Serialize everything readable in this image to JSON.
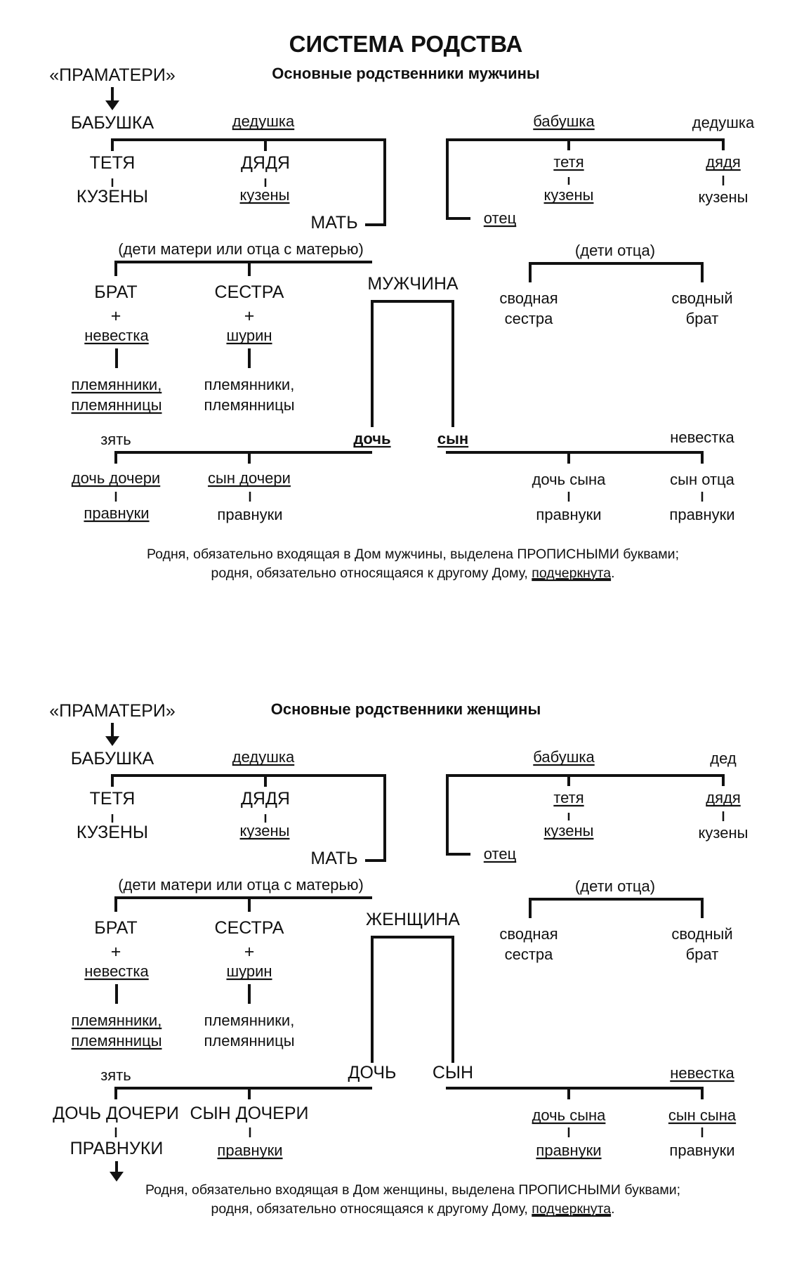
{
  "title": "СИСТЕМА РОДСТВА",
  "charts": [
    {
      "subtitle": "Основные родственники мужчины",
      "ancestors": "«ПРАМАТЕРИ»",
      "mother_side": {
        "grandmother": "БАБУШКА",
        "grandfather": "дедушка",
        "aunt": "ТЕТЯ",
        "uncle": "ДЯДЯ",
        "cousins_aunt": "КУЗЕНЫ",
        "cousins_uncle": "кузены",
        "mother": "МАТЬ"
      },
      "father_side": {
        "grandmother": "бабушка",
        "grandfather": "дедушка",
        "aunt": "тетя",
        "uncle": "дядя",
        "cousins_aunt": "кузены",
        "cousins_uncle": "кузены",
        "father": "отец"
      },
      "maternal_siblings_label": "(дети матери или отца с матерью)",
      "paternal_siblings_label": "(дети отца)",
      "self": "МУЖЧИНА",
      "brother": "БРАТ",
      "sister": "СЕСТРА",
      "plus": "+",
      "brother_spouse": "невестка",
      "sister_spouse": "шурин",
      "brother_children": [
        "племянники,",
        "племянницы"
      ],
      "sister_children": [
        "племянники,",
        "племянницы"
      ],
      "half_sister": [
        "сводная",
        "сестра"
      ],
      "half_brother": [
        "сводный",
        "брат"
      ],
      "daughter_spouse": "зять",
      "daughter": "дочь",
      "son": "сын",
      "son_spouse": "невестка",
      "daughters_daughter": "дочь дочери",
      "daughters_son": "сын дочери",
      "sons_daughter": "дочь сына",
      "sons_son": "сын отца",
      "great_grandchildren": [
        "правнуки",
        "правнуки",
        "правнуки",
        "правнуки"
      ],
      "note_line1": "Родня, обязательно входящая в Дом мужчины, выделена ПРОПИСНЫМИ буквами;",
      "note_line2_prefix": "родня, обязательно относящаяся к другому Дому, ",
      "note_line2_underlined": "подчеркнута",
      "note_line2_suffix": "."
    },
    {
      "subtitle": "Основные родственники женщины",
      "ancestors": "«ПРАМАТЕРИ»",
      "mother_side": {
        "grandmother": "БАБУШКА",
        "grandfather": "дедушка",
        "aunt": "ТЕТЯ",
        "uncle": "ДЯДЯ",
        "cousins_aunt": "КУЗЕНЫ",
        "cousins_uncle": "кузены",
        "mother": "МАТЬ"
      },
      "father_side": {
        "grandmother": "бабушка",
        "grandfather": "дед",
        "aunt": "тетя",
        "uncle": "дядя",
        "cousins_aunt": "кузены",
        "cousins_uncle": "кузены",
        "father": "отец"
      },
      "maternal_siblings_label": "(дети матери или отца с матерью)",
      "paternal_siblings_label": "(дети отца)",
      "self": "ЖЕНЩИНА",
      "brother": "БРАТ",
      "sister": "СЕСТРА",
      "plus": "+",
      "brother_spouse": "невестка",
      "sister_spouse": "шурин",
      "brother_children": [
        "племянники,",
        "племянницы"
      ],
      "sister_children": [
        "племянники,",
        "племянницы"
      ],
      "half_sister": [
        "сводная",
        "сестра"
      ],
      "half_brother": [
        "сводный",
        "брат"
      ],
      "daughter_spouse": "зять",
      "daughter": "ДОЧЬ",
      "son": "СЫН",
      "son_spouse": "невестка",
      "daughters_daughter": "ДОЧЬ ДОЧЕРИ",
      "daughters_son": "СЫН ДОЧЕРИ",
      "sons_daughter": "дочь сына",
      "sons_son": "сын сына",
      "great_grandchildren": [
        "ПРАВНУКИ",
        "правнуки",
        "правнуки",
        "правнуки"
      ],
      "note_line1": "Родня, обязательно входящая в Дом женщины, выделена ПРОПИСНЫМИ буквами;",
      "note_line2_prefix": "родня, обязательно относящаяся к другому Дому, ",
      "note_line2_underlined": "подчеркнута",
      "note_line2_suffix": "."
    }
  ]
}
